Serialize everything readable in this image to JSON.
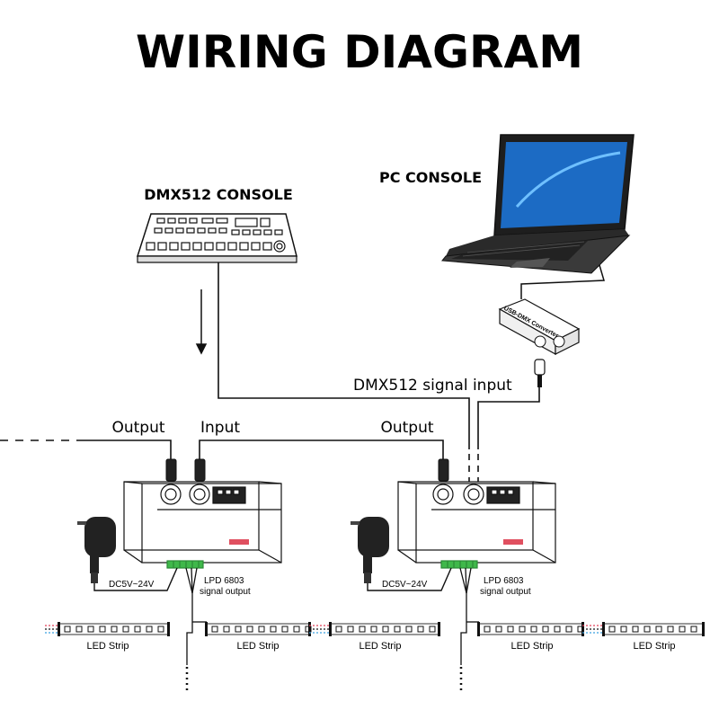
{
  "title": "WIRING DIAGRAM",
  "dmx_console": {
    "label": "DMX512 CONSOLE"
  },
  "pc_console": {
    "label": "PC CONSOLE"
  },
  "usb_dmx": {
    "label": "USB-DMX Converter"
  },
  "signal_input_label": "DMX512 signal input",
  "decoder_left": {
    "output_label": "Output",
    "input_label": "Input",
    "power_label": "DC5V~24V",
    "signal_output_line1": "LPD 6803",
    "signal_output_line2": "signal output"
  },
  "decoder_right": {
    "output_label": "Output",
    "power_label": "DC5V~24V",
    "signal_output_line1": "LPD 6803",
    "signal_output_line2": "signal output"
  },
  "led_strip_label": "LED Strip",
  "colors": {
    "line": "#111111",
    "dot_red": "#e0405a",
    "dot_blue": "#3aa0e0",
    "terminal": "#3fb84a"
  }
}
